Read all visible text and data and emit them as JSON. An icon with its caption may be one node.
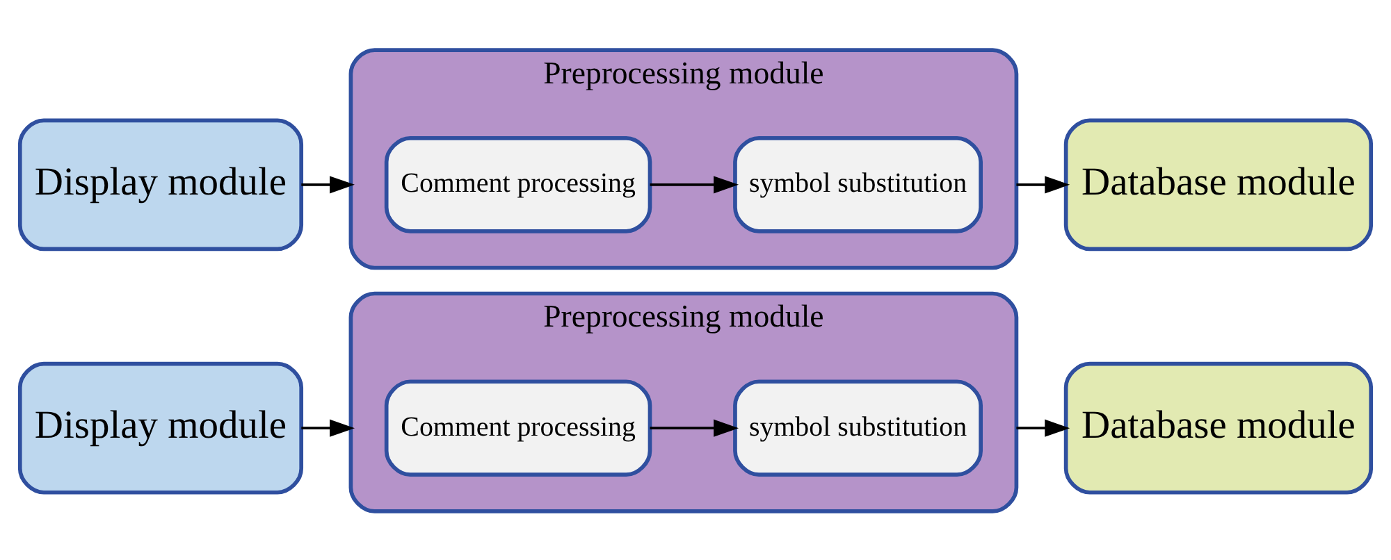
{
  "diagram": {
    "nodes": [
      {
        "text": [
          "Display module"
        ]
      },
      {
        "text": [
          "Preprocessing module"
        ]
      },
      {
        "text": [
          "Comment processing"
        ],
        "in": 1
      },
      {
        "text": [
          "symbol substitution"
        ],
        "in": 1
      },
      {
        "text": [
          "Database module"
        ]
      },
      {
        "text": [
          "Display module"
        ]
      },
      {
        "text": [
          "Preprocessing module"
        ]
      },
      {
        "text": [
          "Comment processing"
        ],
        "in": 6
      },
      {
        "text": [
          "symbol substitution"
        ],
        "in": 6
      },
      {
        "text": [
          "Database module"
        ]
      }
    ],
    "edges": [
      {
        "from": 0,
        "to": 1,
        "arrow": "to"
      },
      {
        "from": 2,
        "to": 3,
        "arrow": "to"
      },
      {
        "from": 1,
        "to": 4,
        "arrow": "to"
      },
      {
        "from": 5,
        "to": 6,
        "arrow": "to"
      },
      {
        "from": 7,
        "to": 8,
        "arrow": "to"
      },
      {
        "from": 6,
        "to": 9,
        "arrow": "to"
      }
    ]
  }
}
